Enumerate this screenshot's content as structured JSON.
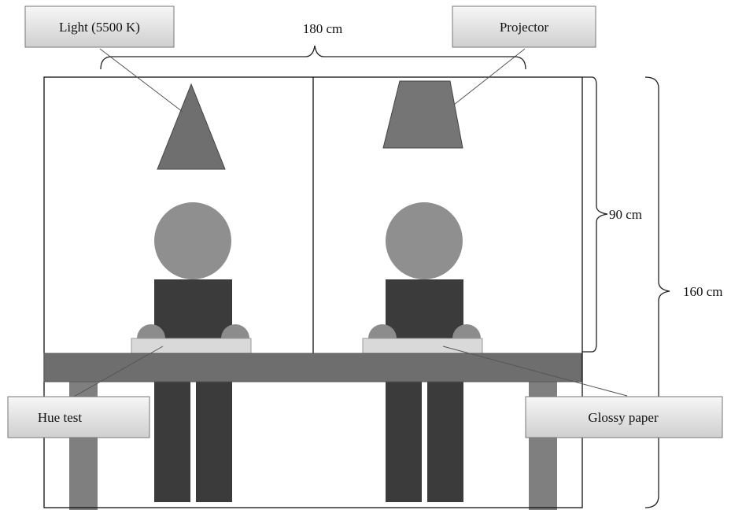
{
  "labels": {
    "light": "Light (5500 K)",
    "projector": "Projector",
    "hue_test": "Hue test",
    "glossy_paper": "Glossy paper"
  },
  "dimensions": {
    "width": "180 cm",
    "upper_height": "90 cm",
    "total_height": "160 cm"
  },
  "colors": {
    "outline": "#111111",
    "lamp": "#6f6f6f",
    "head": "#8f8f8f",
    "body": "#3b3b3b",
    "hand": "#8c8c8c",
    "table": "#6e6e6e",
    "leg": "#7f7f7f",
    "sheet": "#d9d9d9",
    "box_top": "#f7f7f7",
    "box_bottom": "#cfcfcf"
  }
}
